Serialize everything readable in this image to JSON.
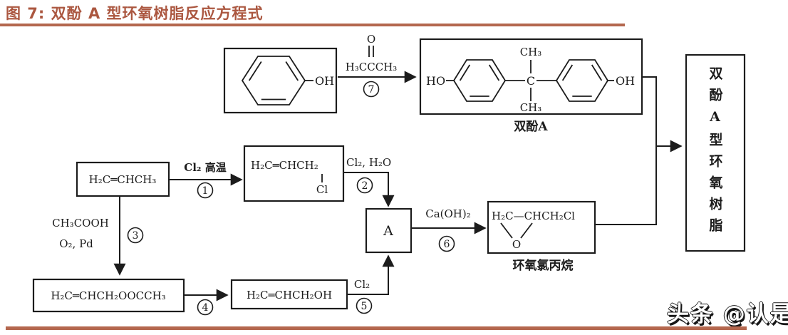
{
  "figure": {
    "title": "图 7: 双酚 A 型环氧树脂反应方程式",
    "watermark": "头条 @认是"
  },
  "colors": {
    "accent_title": "#ab5740",
    "rule": "#b4674e",
    "ink": "#1c1c1c",
    "background": "#ffffff"
  },
  "diagram": {
    "phenol": {
      "oh": "OH"
    },
    "acetone": {
      "o": "O",
      "formula": "H₃CCCH₃"
    },
    "bisphenol_a": {
      "ho": "HO",
      "c": "C",
      "ch3_top": "CH₃",
      "ch3_bottom": "CH₃",
      "oh": "OH",
      "caption": "双酚A"
    },
    "propylene": {
      "formula": "H₂C═CHCH₃"
    },
    "allyl_chloride": {
      "formula": "H₂C═CHCH₂",
      "cl": "Cl"
    },
    "intermediate_a": {
      "label": "A"
    },
    "epichlorohydrin": {
      "formula": "H₂C—CHCH₂Cl",
      "o": "O",
      "caption": "环氧氯丙烷"
    },
    "allyl_acetate": {
      "formula": "H₂C═CHCH₂OOCCH₃"
    },
    "allyl_alcohol": {
      "formula": "H₂C═CHCH₂OH"
    },
    "product": {
      "label": "双酚A型环氧树脂"
    },
    "steps": {
      "s1": {
        "reagent": "Cl₂ 高温",
        "num": "1"
      },
      "s2": {
        "reagent": "Cl₂, H₂O",
        "num": "2"
      },
      "s3": {
        "reagent1": "CH₃COOH",
        "reagent2": "O₂, Pd",
        "num": "3"
      },
      "s4": {
        "num": "4"
      },
      "s5": {
        "reagent": "Cl₂",
        "num": "5"
      },
      "s6": {
        "reagent": "Ca(OH)₂",
        "num": "6"
      },
      "s7": {
        "num": "7"
      }
    }
  }
}
